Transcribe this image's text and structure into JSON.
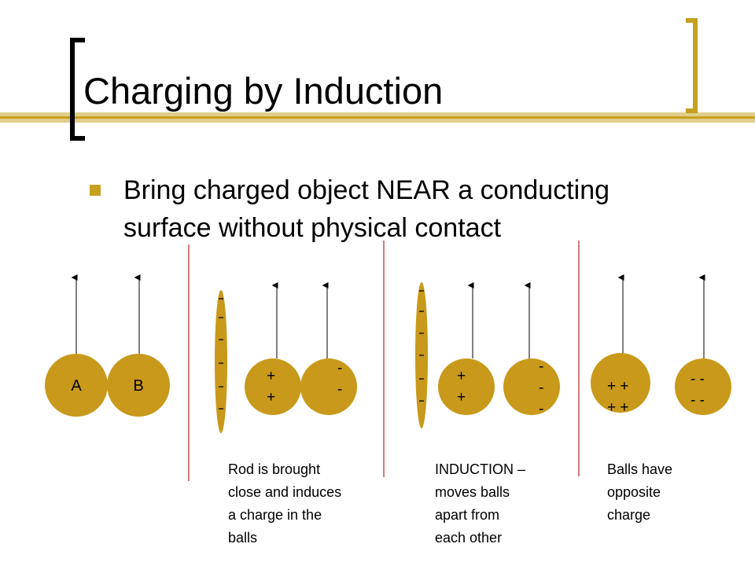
{
  "slide": {
    "title": "Charging by Induction",
    "bullet": "Bring charged object NEAR a conducting surface without physical contact",
    "accent_color": "#c8a020",
    "ball_color": "#c8991a",
    "divider_color": "#c0504d"
  },
  "diagram": {
    "ball_labels": {
      "a": "A",
      "b": "B"
    },
    "stage2": {
      "left_ball_charge": "+\n+",
      "right_ball_charge": "-\n-"
    },
    "stage3": {
      "left_ball_charge": "+\n+",
      "right_ball_charge": "-\n-\n-"
    },
    "stage4": {
      "left_ball_charge": "+ +\n+ +",
      "right_ball_charge": "- -\n- -"
    },
    "captions": {
      "stage2": "Rod is brought\nclose and induces\na charge in the\nballs",
      "stage3": "INDUCTION –\nmoves balls\napart from\neach other",
      "stage4": "Balls have\nopposite\ncharge"
    }
  }
}
